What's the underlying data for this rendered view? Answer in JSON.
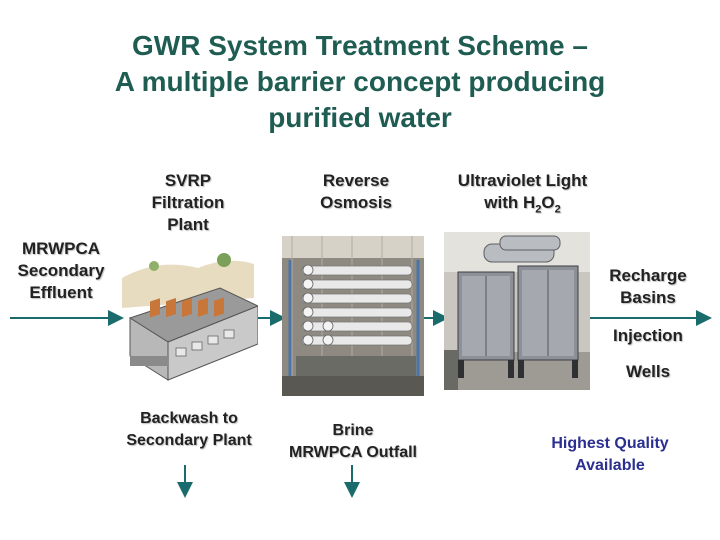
{
  "title": {
    "line1": "GWR System Treatment Scheme –",
    "line2": "A multiple barrier concept producing",
    "line3": "purified water"
  },
  "stages": {
    "svrp": {
      "line1": "SVRP",
      "line2": "Filtration",
      "line3": "Plant"
    },
    "ro": {
      "line1": "Reverse",
      "line2": "Osmosis"
    },
    "uv": {
      "line1": "Ultraviolet Light",
      "line2_prefix": "with H",
      "sub1": "2",
      "mid": "O",
      "sub2": "2"
    }
  },
  "inputs": {
    "source": {
      "line1": "MRWPCA",
      "line2": "Secondary",
      "line3": "Effluent"
    }
  },
  "outputs": {
    "recharge": {
      "line1": "Recharge",
      "line2": "Basins"
    },
    "injection": {
      "line1": "Injection",
      "line2": "Wells"
    },
    "backwash": {
      "line1": "Backwash to",
      "line2": "Secondary Plant"
    },
    "brine": {
      "line1": "Brine",
      "line2": "MRWPCA Outfall"
    },
    "quality": {
      "line1": "Highest Quality",
      "line2": "Available"
    }
  },
  "colors": {
    "title": "#1f5d52",
    "arrow": "#1a6b6b",
    "quality_text": "#2b2f8f"
  }
}
